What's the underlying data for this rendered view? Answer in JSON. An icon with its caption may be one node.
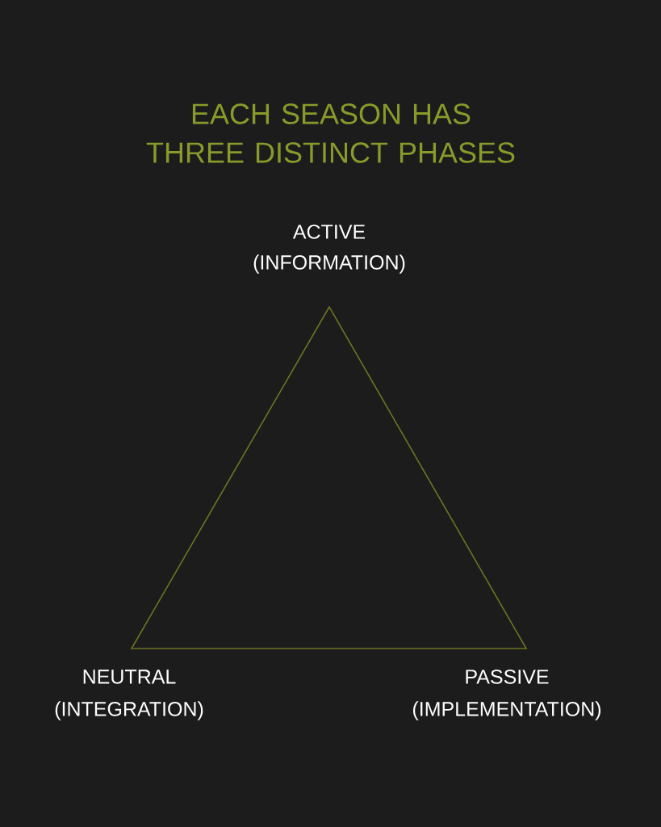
{
  "diagram": {
    "title": "EACH SEASON HAS THREE DISTINCT PHASES",
    "labels": [
      "ACTIVE",
      "(INFORMATION)",
      "NEUTRAL",
      "(INTEGRATION)",
      "PASSIVE",
      "(IMPLEMENTATION)"
    ]
  }
}
